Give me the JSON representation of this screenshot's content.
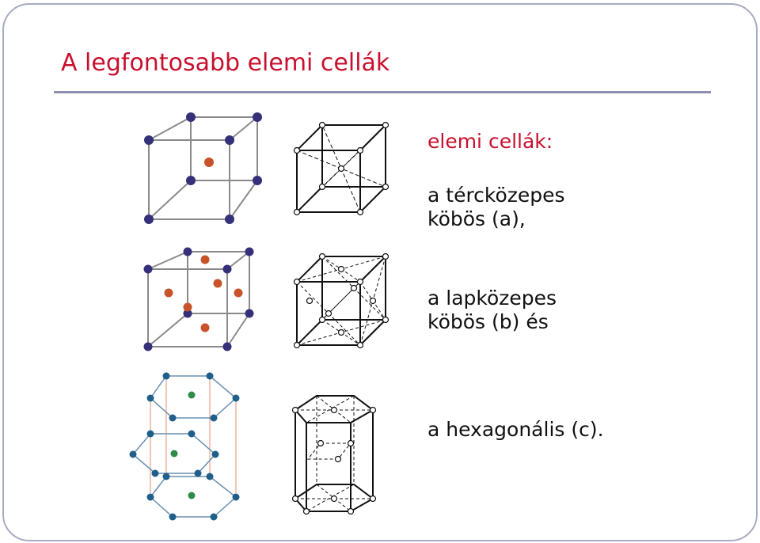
{
  "title": "A legfontosabb elemi cellák",
  "heading": "elemi cellák:",
  "items": [
    {
      "line1": "a tércközepes",
      "line2": "köbös (a),"
    },
    {
      "line1": "a lapközepes",
      "line2": "köbös (b) és"
    },
    {
      "line1": "a hexagonális (c).",
      "line2": ""
    }
  ],
  "colors": {
    "title": "#c8102e",
    "corner_atom": "#34307a",
    "center_atom": "#c8532a",
    "hex_atom": "#1f5f8a",
    "hex_inner_atom": "#2e8b4a",
    "frame_line": "#8a8a8a"
  }
}
